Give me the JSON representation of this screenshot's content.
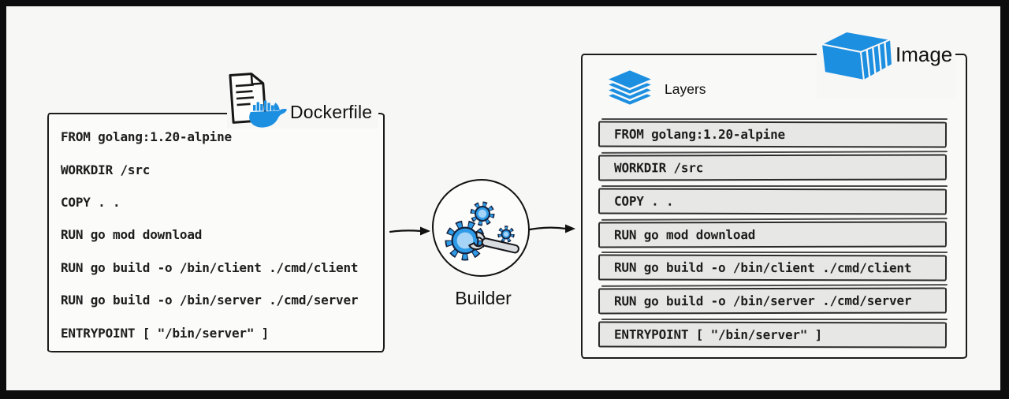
{
  "colors": {
    "docker_blue": "#1D8FE1",
    "gear_blue": "#2E9BE8",
    "gear_blue_light": "#A6D4F6",
    "wrench_gray": "#DADDE0",
    "page_bg": "#F7F7F6",
    "box_border": "#1B1B1B",
    "layer_row_bg": "#E7E7E5"
  },
  "dockerfile": {
    "label": "Dockerfile",
    "lines": [
      "FROM golang:1.20-alpine",
      "WORKDIR /src",
      "COPY . .",
      "RUN go mod download",
      "RUN go build -o /bin/client ./cmd/client",
      "RUN go build -o /bin/server ./cmd/server",
      "ENTRYPOINT [ \"/bin/server\" ]"
    ]
  },
  "builder": {
    "label": "Builder"
  },
  "image": {
    "label": "Image",
    "layers_label": "Layers",
    "layers": [
      "FROM golang:1.20-alpine",
      "WORKDIR /src",
      "COPY . .",
      "RUN go mod download",
      "RUN go build -o /bin/client ./cmd/client",
      "RUN go build -o /bin/server ./cmd/server",
      "ENTRYPOINT [ \"/bin/server\" ]"
    ]
  },
  "icons": {
    "document": "document-icon",
    "docker_whale": "docker-whale-icon",
    "gears_wrench": "gears-wrench-icon",
    "container": "container-icon",
    "layers_stack": "layers-stack-icon",
    "arrow_right": "arrow-right-icon"
  }
}
